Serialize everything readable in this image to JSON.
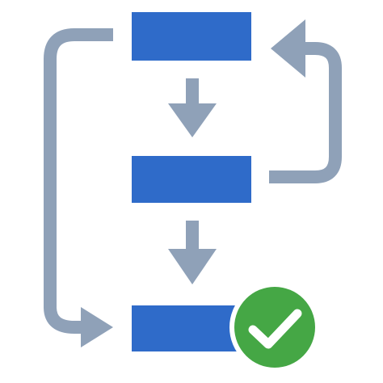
{
  "diagram": {
    "type": "workflow-icon",
    "colors": {
      "box": "#2F6BC9",
      "connector": "#8FA1B8",
      "success_badge": "#45A745",
      "success_badge_ring": "#ffffff",
      "checkmark": "#ffffff",
      "background": "#ffffff"
    },
    "nodes": [
      {
        "id": "step-1",
        "label": ""
      },
      {
        "id": "step-2",
        "label": ""
      },
      {
        "id": "step-3",
        "label": ""
      }
    ],
    "edges": [
      {
        "from": "step-1",
        "to": "step-2",
        "style": "down-arrow"
      },
      {
        "from": "step-2",
        "to": "step-3",
        "style": "down-arrow"
      },
      {
        "from": "step-2",
        "to": "step-1",
        "style": "loop-back-right"
      },
      {
        "from": "step-1",
        "to": "step-3",
        "style": "loop-left"
      }
    ],
    "status_badge": {
      "icon": "checkmark-icon",
      "attached_to": "step-3"
    }
  }
}
